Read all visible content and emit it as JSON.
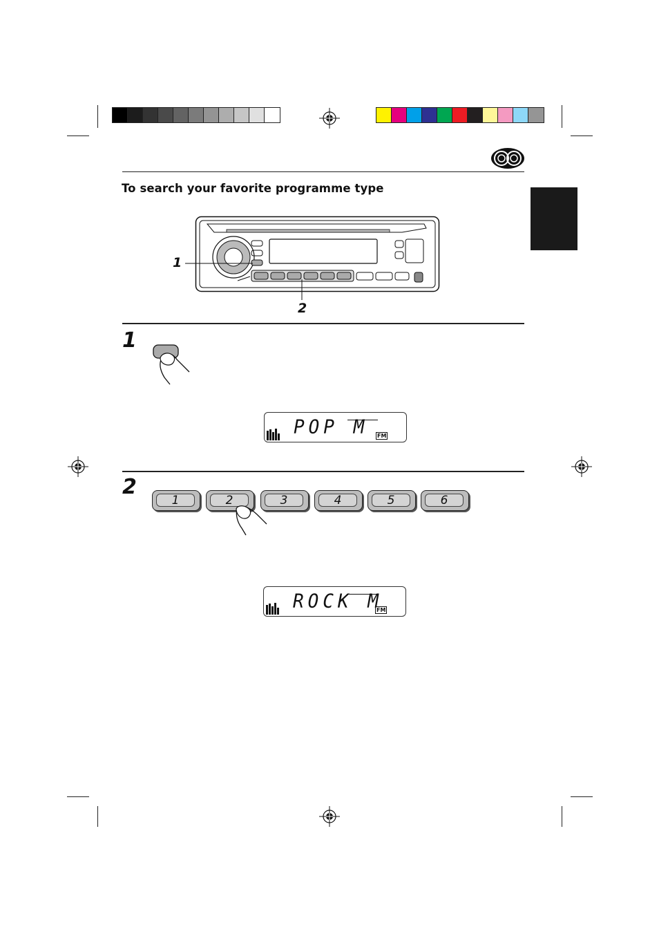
{
  "heading": "To search your favorite programme type",
  "callouts": {
    "one": "1",
    "two": "2"
  },
  "steps": [
    {
      "number": "1"
    },
    {
      "number": "2"
    }
  ],
  "displays": [
    {
      "text": "POP  M",
      "band": "FM"
    },
    {
      "text": "ROCK  M",
      "band": "FM"
    }
  ],
  "presets": [
    "1",
    "2",
    "3",
    "4",
    "5",
    "6"
  ],
  "colors": {
    "gray_bar": [
      "#000000",
      "#1c1c1c",
      "#333333",
      "#4a4a4a",
      "#636363",
      "#7b7b7b",
      "#949494",
      "#adadad",
      "#c6c6c6",
      "#e0e0e0",
      "#ffffff"
    ],
    "color_bar": [
      "#fff200",
      "#e6007e",
      "#00a0e9",
      "#2e3192",
      "#00a651",
      "#ed1c24",
      "#231f20",
      "#fff799",
      "#f49ac1",
      "#8ed8f8",
      "#959595"
    ]
  }
}
